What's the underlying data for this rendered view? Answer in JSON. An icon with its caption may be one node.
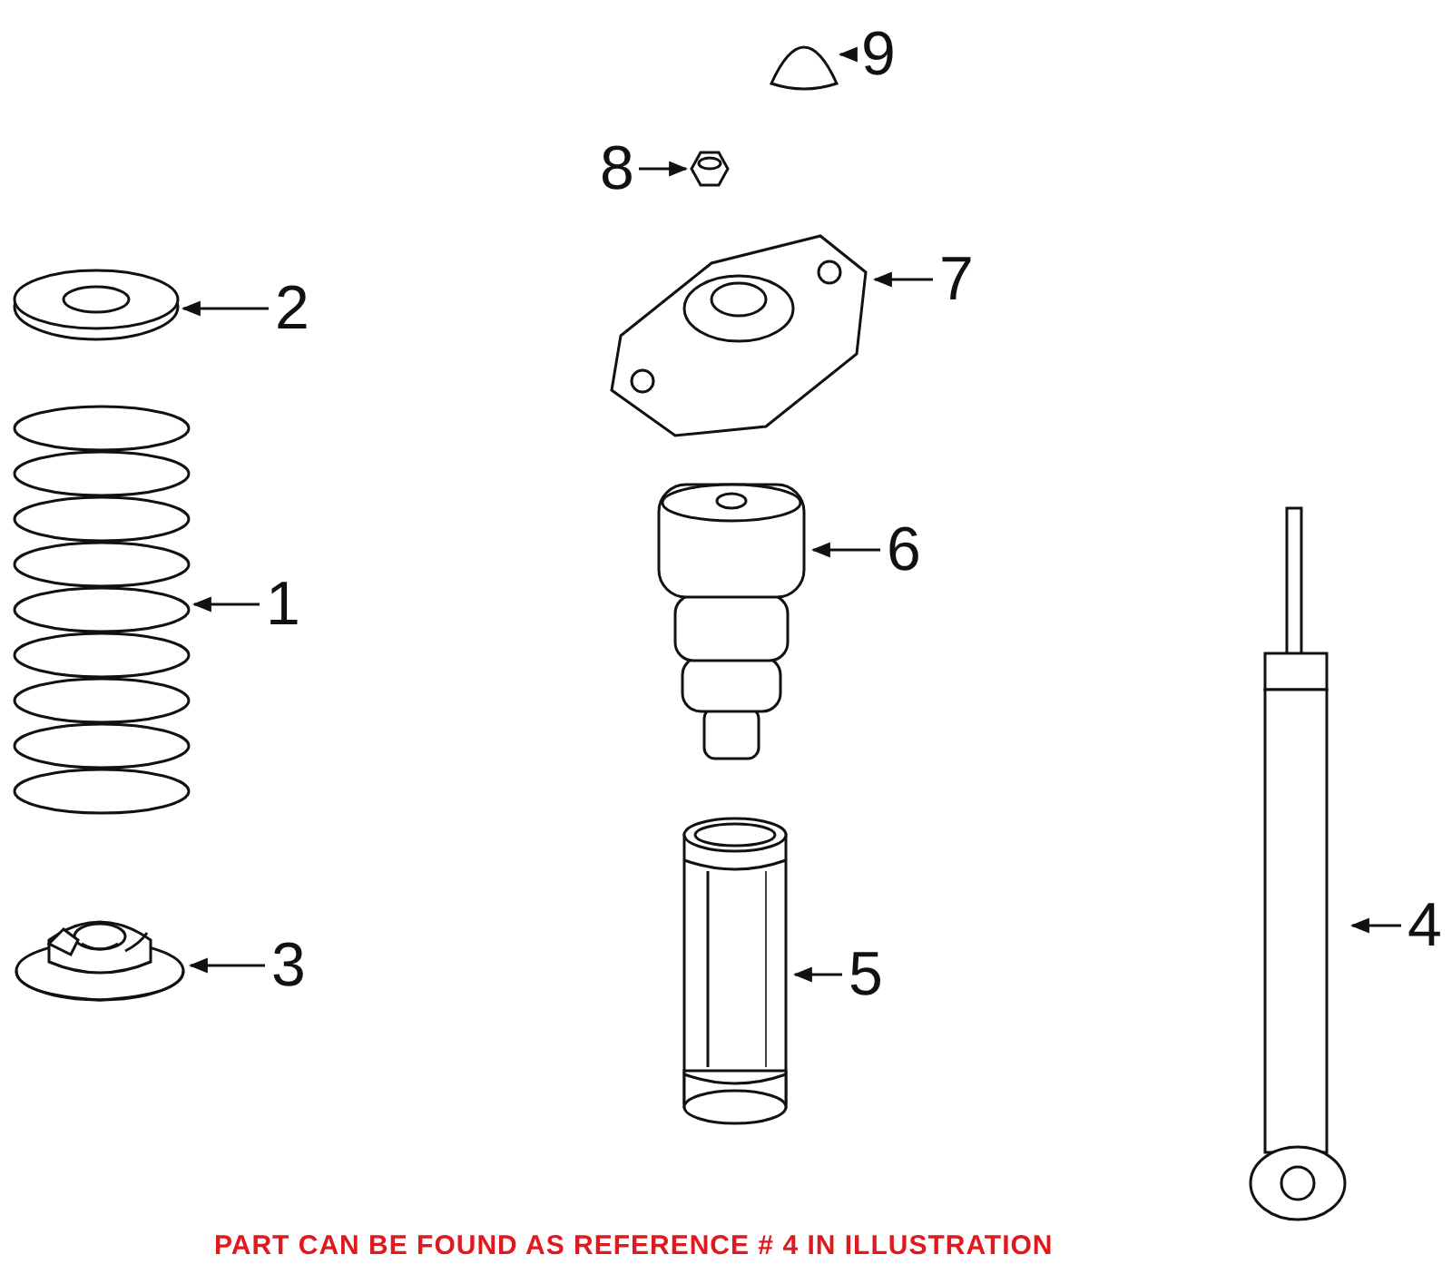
{
  "diagram": {
    "nodes": [
      {
        "text": [
          "9"
        ]
      },
      {
        "text": [],
        "shape": "picture"
      },
      {
        "text": [
          "8"
        ]
      },
      {
        "text": [],
        "shape": "picture"
      },
      {
        "text": [
          "7"
        ]
      },
      {
        "text": [],
        "shape": "picture"
      },
      {
        "text": [
          "2"
        ]
      },
      {
        "text": [],
        "shape": "picture"
      },
      {
        "text": [
          "6"
        ]
      },
      {
        "text": [],
        "shape": "picture"
      },
      {
        "text": [
          "1"
        ]
      },
      {
        "text": [],
        "shape": "picture"
      },
      {
        "text": [
          "4"
        ]
      },
      {
        "text": [],
        "shape": "picture"
      },
      {
        "text": [
          "3"
        ]
      },
      {
        "text": [],
        "shape": "picture"
      },
      {
        "text": [
          "5"
        ]
      },
      {
        "text": [],
        "shape": "picture"
      }
    ],
    "edges": [
      {
        "from": 0,
        "to": 1,
        "arrow": "to"
      },
      {
        "from": 2,
        "to": 3,
        "arrow": "to"
      },
      {
        "from": 4,
        "to": 5,
        "arrow": "to"
      },
      {
        "from": 6,
        "to": 7,
        "arrow": "to"
      },
      {
        "from": 8,
        "to": 9,
        "arrow": "to"
      },
      {
        "from": 10,
        "to": 11,
        "arrow": "to"
      },
      {
        "from": 12,
        "to": 13,
        "arrow": "to"
      },
      {
        "from": 14,
        "to": 15,
        "arrow": "to"
      },
      {
        "from": 16,
        "to": 17,
        "arrow": "to"
      }
    ],
    "labels": [
      "PART CAN BE FOUND AS REFERENCE # 4 IN ILLUSTRATION"
    ]
  }
}
